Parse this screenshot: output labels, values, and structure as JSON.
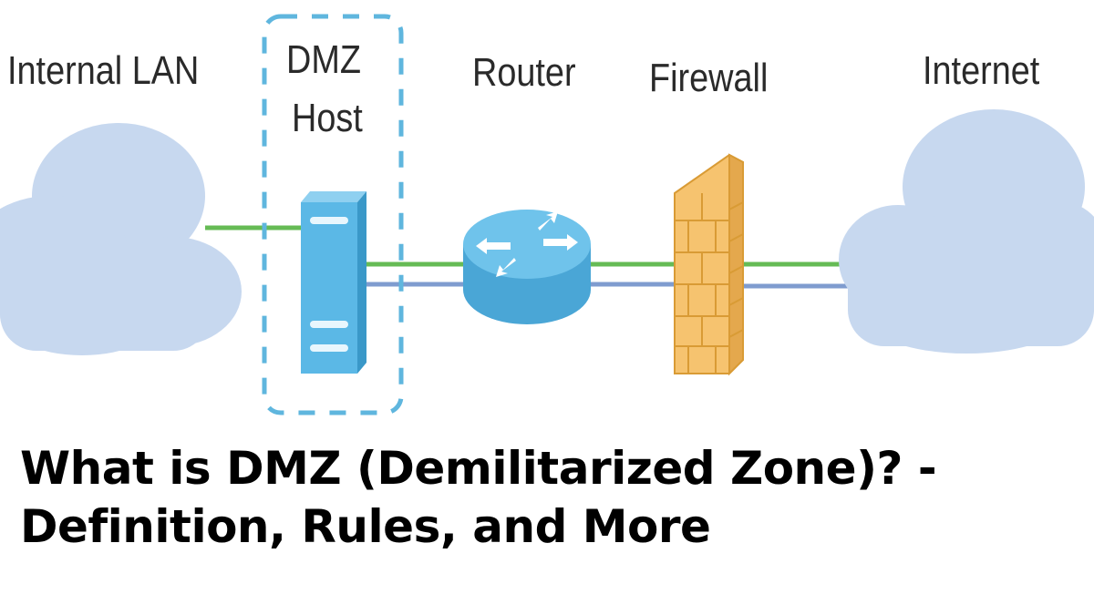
{
  "labels": {
    "internal_lan": "Internal LAN",
    "dmz_line1": "DMZ",
    "dmz_line2": "Host",
    "router": "Router",
    "firewall": "Firewall",
    "internet": "Internet"
  },
  "headline": {
    "line1": "What is DMZ (Demilitarized Zone)? -",
    "line2": "Definition, Rules, and More"
  },
  "colors": {
    "cloud": "#c7d8ef",
    "server": "#5bb8e6",
    "router": "#5bb8e6",
    "firewall": "#f6c36f",
    "green_link": "#66bb55",
    "blue_link": "#7f9ccf",
    "dmz_border": "#5fb6de"
  },
  "icons": [
    "cloud-icon",
    "server-icon",
    "router-icon",
    "firewall-icon"
  ]
}
